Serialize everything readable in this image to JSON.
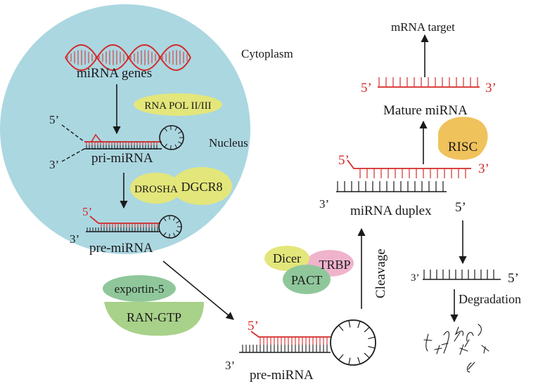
{
  "labels": {
    "cytoplasm": "Cytoplasm",
    "nucleus": "Nucleus",
    "mirna_genes": "miRNA  genes",
    "rna_pol": "RNA POL II/III",
    "pri_mirna": "pri-miRNA",
    "drosha": "DROSHA",
    "dgcr8": "DGCR8",
    "pre_mirna_nucleus": "pre-miRNA",
    "exportin": "exportin-5",
    "ran_gtp": "RAN-GTP",
    "pre_mirna_cyto": "pre-miRNA",
    "dicer": "Dicer",
    "trbp": "TRBP",
    "pact": "PACT",
    "cleavage": "Cleavage",
    "mirna_duplex": "miRNA duplex",
    "risc": "RISC",
    "mature_mirna": "Mature miRNA",
    "mrna_target": "mRNA target",
    "degradation": "Degradation"
  },
  "ends": {
    "five": "5’",
    "three": "3’"
  },
  "colors": {
    "nucleus_fill": "#abd7e1",
    "rna_red": "#d42a2a",
    "strand_black": "#1a1a1a",
    "yellow_protein": "#e3e67a",
    "green_protein": "#8fc79a",
    "lime_protein": "#a8d18a",
    "pink_protein": "#f0b3cc",
    "orange_protein": "#f0c25c"
  }
}
